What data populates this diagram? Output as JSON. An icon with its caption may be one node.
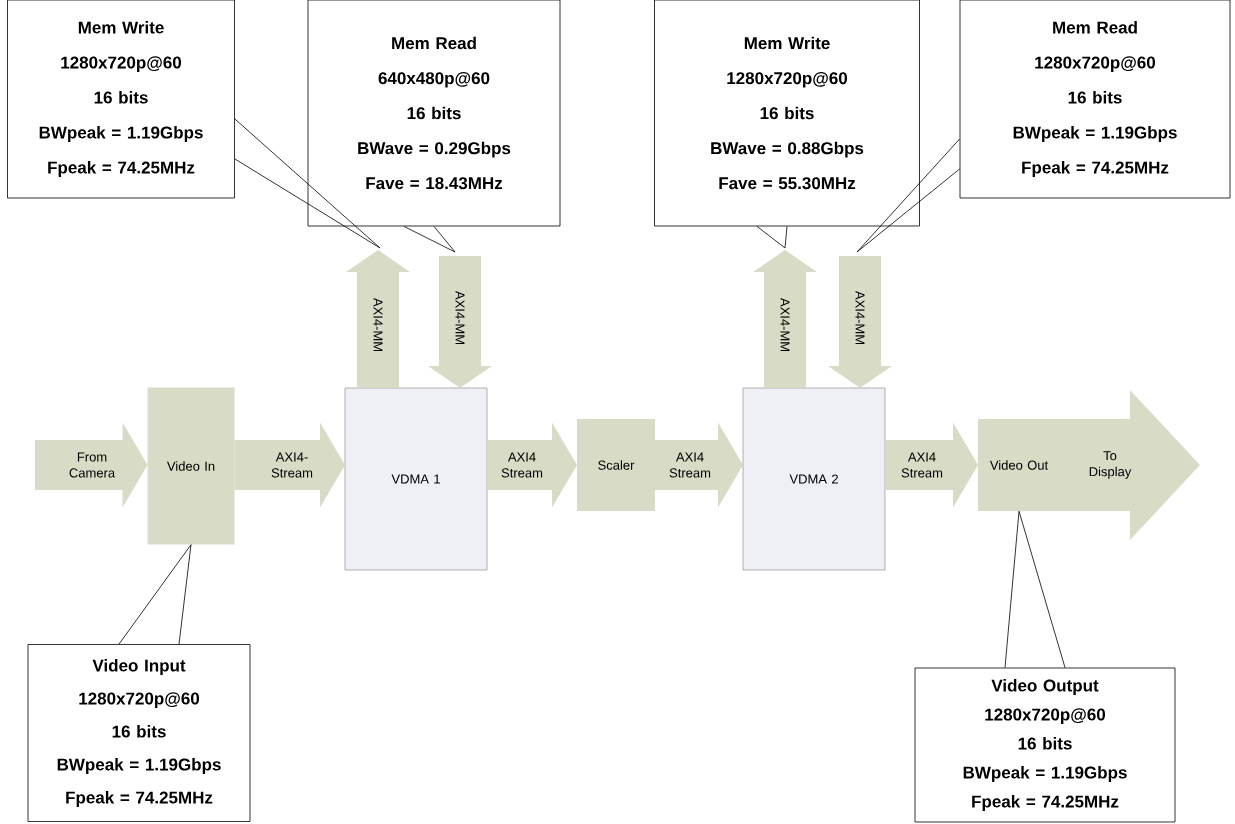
{
  "diagram": {
    "nodes": [
      {
        "text": [
          "Mem Write",
          "1280x720p@60",
          "16 bits",
          "BWpeak = 1.19Gbps",
          "Fpeak = 74.25MHz"
        ]
      },
      {
        "text": [
          "Mem Read",
          "640x480p@60",
          "16 bits",
          "BWave = 0.29Gbps",
          "Fave = 18.43MHz"
        ]
      },
      {
        "text": [
          "Mem Write",
          "1280x720p@60",
          "16 bits",
          "BWave = 0.88Gbps",
          "Fave = 55.30MHz"
        ]
      },
      {
        "text": [
          "Mem Read",
          "1280x720p@60",
          "16 bits",
          "BWpeak = 1.19Gbps",
          "Fpeak = 74.25MHz"
        ]
      },
      {
        "text": [
          "Video In"
        ]
      },
      {
        "text": [
          "VDMA 1"
        ]
      },
      {
        "text": [
          "Scaler"
        ]
      },
      {
        "text": [
          "VDMA 2"
        ]
      },
      {
        "text": [
          "Video Out"
        ]
      },
      {
        "text": [
          "Video Input",
          "1280x720p@60",
          "16 bits",
          "BWpeak = 1.19Gbps",
          "Fpeak = 74.25MHz"
        ]
      },
      {
        "text": [
          "Video Output",
          "1280x720p@60",
          "16 bits",
          "BWpeak = 1.19Gbps",
          "Fpeak = 74.25MHz"
        ]
      }
    ],
    "edges": [
      {
        "from": null,
        "to": 4,
        "arrow": "to",
        "label": "From Camera"
      },
      {
        "from": 4,
        "to": 5,
        "arrow": "to",
        "label": "AXI4-Stream"
      },
      {
        "from": 5,
        "to": null,
        "arrow": "to",
        "label": "AXI4-MM"
      },
      {
        "from": null,
        "to": 5,
        "arrow": "to",
        "label": "AXI4-MM"
      },
      {
        "from": 5,
        "to": 6,
        "arrow": "to",
        "label": "AXI4 Stream"
      },
      {
        "from": 6,
        "to": 7,
        "arrow": "to",
        "label": "AXI4 Stream"
      },
      {
        "from": 7,
        "to": null,
        "arrow": "to",
        "label": "AXI4-MM"
      },
      {
        "from": null,
        "to": 7,
        "arrow": "to",
        "label": "AXI4-MM"
      },
      {
        "from": 7,
        "to": 8,
        "arrow": "to",
        "label": "AXI4 Stream"
      },
      {
        "from": 8,
        "to": null,
        "arrow": "to",
        "label": "To Display",
        "style": "thick"
      },
      {
        "from": 0,
        "to": null,
        "arrow": "none",
        "color": "#000000"
      },
      {
        "from": 1,
        "to": null,
        "arrow": "none",
        "color": "#000000"
      },
      {
        "from": 2,
        "to": null,
        "arrow": "none",
        "color": "#000000"
      },
      {
        "from": 3,
        "to": null,
        "arrow": "none",
        "color": "#000000"
      },
      {
        "from": 9,
        "to": 4,
        "arrow": "none",
        "color": "#000000"
      },
      {
        "from": 10,
        "to": 8,
        "arrow": "none",
        "color": "#000000"
      }
    ]
  }
}
